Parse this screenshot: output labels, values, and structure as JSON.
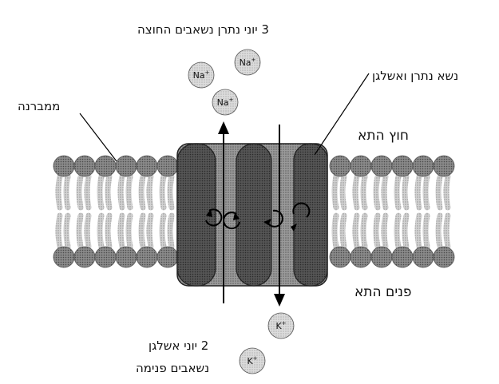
{
  "labels": {
    "sodium_out": "3 יוני נתרן נשאבים החוצה",
    "pump": "נשא נתרן ואשלגן",
    "membrane": "ממברנה",
    "outside": "חוץ התא",
    "inside": "פנים התא",
    "potassium_in_line1": "2 יוני אשלגן",
    "potassium_in_line2": "נשאבים פנימה"
  },
  "ions": {
    "sodium": "Na",
    "potassium": "K",
    "charge": "+"
  },
  "colors": {
    "background": "#ffffff",
    "ink": "#111111",
    "pump_body": "#8a8a8a",
    "pump_subunit": "#4a4a4a",
    "phospholipid_head": "#7d7d7d",
    "phospholipid_tail": "#c4c4c4",
    "ion_fill": "#cfcfcf"
  }
}
